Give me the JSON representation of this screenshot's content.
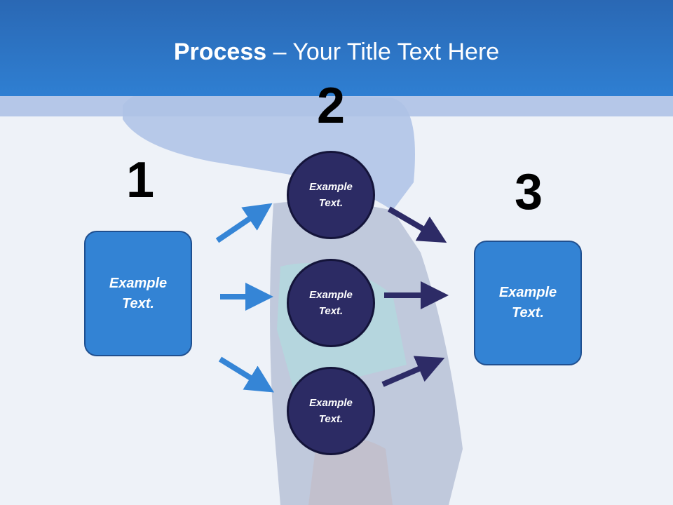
{
  "title": {
    "bold": "Process",
    "rest": " – Your Title Text Here"
  },
  "steps": {
    "one": "1",
    "two": "2",
    "three": "3"
  },
  "left_box": {
    "text": "Example Text."
  },
  "circles": [
    {
      "text": "Example Text."
    },
    {
      "text": "Example Text."
    },
    {
      "text": "Example Text."
    }
  ],
  "right_box": {
    "text": "Example Text."
  },
  "colors": {
    "header": "#2f7fd2",
    "box": "#3383d4",
    "circle": "#2c2b64",
    "arrow_light": "#3585d6",
    "arrow_dark": "#2d2b66"
  }
}
